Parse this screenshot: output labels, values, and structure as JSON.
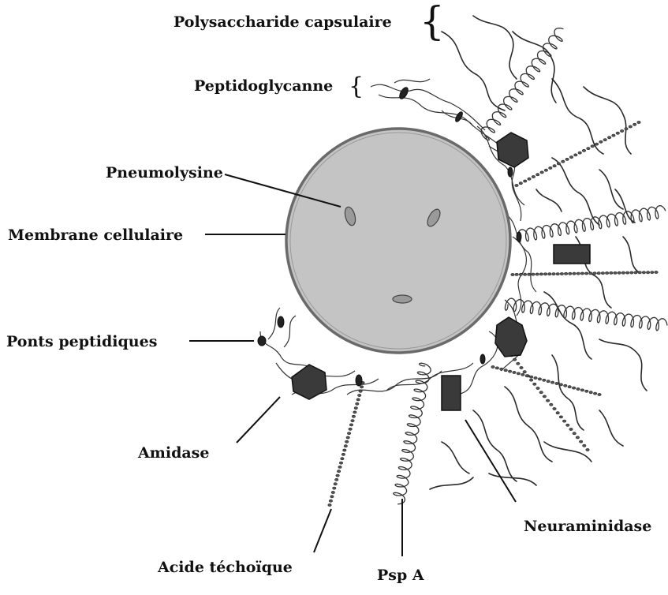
{
  "labels": {
    "polysaccharide": "Polysaccharide capsulaire",
    "peptidoglycan": "Peptidoglycanne",
    "pneumolysin": "Pneumolysine",
    "membrane": "Membrane cellulaire",
    "peptide_bridges": "Ponts peptidiques",
    "amidase": "Amidase",
    "teichoic_acid": "Acide téchoïque",
    "pspa": "Psp A",
    "neuraminidase": "Neuraminidase"
  },
  "colors": {
    "cell_fill": "#c4c4c4",
    "cell_stroke": "#6a6a6a",
    "line": "#111111",
    "enzyme": "#3a3a3a",
    "strand": "#2a2a2a",
    "helix": "#333333"
  },
  "icons": {
    "brace": "left-curly-brace"
  }
}
